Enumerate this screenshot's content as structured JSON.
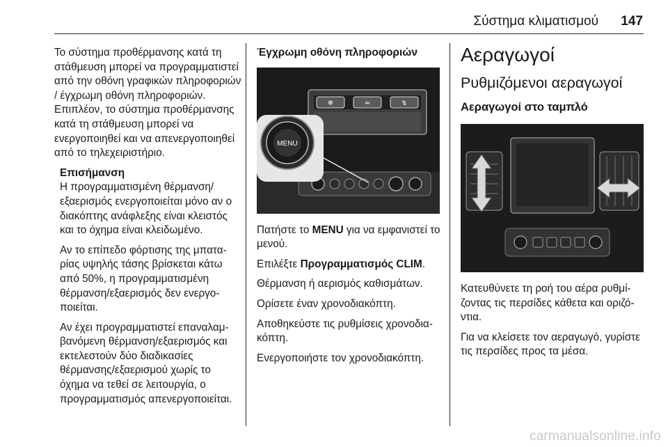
{
  "header": {
    "chapter_title": "Σύστημα κλιματισμού",
    "page_number": "147"
  },
  "col1": {
    "p1": "Το σύστημα προθέρμανσης κατά τη στάθμευση μπορεί να προγραμματι­στεί από την οθόνη γραφικών πληρο­φοριών / έγχρωμη οθόνη πληροφο­ριών. Επιπλέον, το σύστημα προθέρ­μανσης κατά τη στάθμευση μπορεί να ενεργοποιηθεί και να απενεργοποιη­θεί από το τηλεχειριστήριο.",
    "note_title": "Επισήμανση",
    "note_p1": "Η προγραμματισμένη θέρμανση/ εξαερισμός ενεργοποιείται μόνο αν ο διακόπτης ανάφλεξης είναι κλειστός και το όχημα είναι κλειδωμένο.",
    "note_p2": "Αν το επίπεδο φόρτισης της μπατα­ρίας υψηλής τάσης βρίσκεται κάτω από 50%, η προγραμματισμένη θέρμανση/εξαερισμός δεν ενεργο­ποιείται.",
    "note_p3": "Αν έχει προγραμματιστεί επαναλαμ­βανόμενη θέρμανση/εξαερισμός και εκτελεστούν δύο διαδικασίες θέρμανσης/εξαερισμού χωρίς το όχημα να τεθεί σε λειτουργία, ο προγραμματισμός απενεργοποιεί­ται."
  },
  "col2": {
    "heading": "Έγχρωμη οθόνη πληροφοριών",
    "image_label": "MENU",
    "p1_pre": "Πατήστε το ",
    "p1_bold": "MENU",
    "p1_post": " για να εμφανιστεί το μενού.",
    "p2_pre": "Επιλέξτε ",
    "p2_bold": "Προγραμματισμός CLIM",
    "p2_post": ".",
    "p3": "Θέρμανση ή αερισμός καθισμάτων.",
    "p4": "Ορίσετε έναν χρονοδιακόπτη.",
    "p5": "Αποθηκεύστε τις ρυθμίσεις χρονοδια­κόπτη.",
    "p6": "Ενεργοποιήστε τον χρονοδιακόπτη."
  },
  "col3": {
    "h1": "Αεραγωγοί",
    "h2": "Ρυθμιζόμενοι αεραγωγοί",
    "h3": "Αεραγωγοί στο ταμπλό",
    "p1": "Κατευθύνετε τη ροή του αέρα ρυθμί­ζοντας τις περσίδες κάθετα και οριζό­ντια.",
    "p2": "Για να κλείσετε τον αεραγωγό, γυρίστε τις περσίδες προς τα μέσα."
  },
  "footer": {
    "watermark": "carmanualsonline.info"
  }
}
